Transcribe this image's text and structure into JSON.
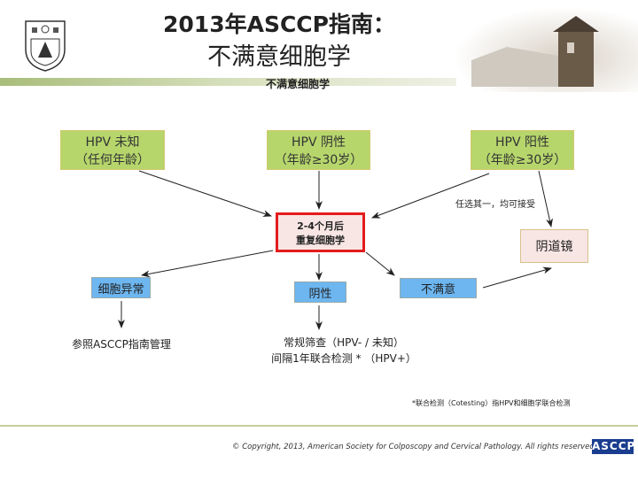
{
  "header": {
    "title_line1": "2013年ASCCP指南：",
    "title_line2": "不满意细胞学",
    "subtitle": "不满意细胞学"
  },
  "flow": {
    "hpv_unknown": {
      "line1": "HPV 未知",
      "line2": "（任何年龄）"
    },
    "hpv_negative": {
      "line1": "HPV 阴性",
      "line2": "（年龄≥30岁）"
    },
    "hpv_positive": {
      "line1": "HPV 阳性",
      "line2": "（年龄≥30岁）"
    },
    "repeat": {
      "line1": "2-4个月后",
      "line2": "重复细胞学"
    },
    "abnormal": "细胞异常",
    "negative": "阴性",
    "unsatisfactory": "不满意",
    "colposcopy": "阴道镜",
    "either_note": "任选其一，均可接受",
    "abnormal_action": "参照ASCCP指南管理",
    "negative_action_line1": "常规筛查（HPV- / 未知）",
    "negative_action_line2": "间隔1年联合检测 * （HPV+）"
  },
  "footnote": "*联合检测（Cotesting）指HPV和细胞学联合检测",
  "footer": {
    "copyright": "© Copyright, 2013, American Society for Colposcopy and Cervical Pathology. All rights reserved.",
    "logo_text": "ASCCP"
  },
  "colors": {
    "green": "#b6d66c",
    "blue": "#6db6f0",
    "pink": "#f8e6e4",
    "red": "#e41c1c",
    "accent_bar": "#b8c98a"
  }
}
